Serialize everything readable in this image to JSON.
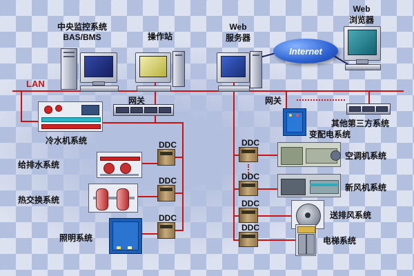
{
  "colors": {
    "wire": "#cc1111",
    "background": "#b3bfde",
    "label": "#101010"
  },
  "top": {
    "central_line1": "中央监控系统",
    "central_line2": "BAS/BMS",
    "operator": "操作站",
    "webserver_line1": "Web",
    "webserver_line2": "服务器",
    "browser_line1": "Web",
    "browser_line2": "浏览器",
    "internet": "Internet",
    "lan": "LAN"
  },
  "middle": {
    "gateway_left": "网关",
    "gateway_right": "网关",
    "third_party": "其他第三方系统",
    "power": "变配电系统"
  },
  "left": {
    "chiller": "冷水机系统",
    "water": "给排水系统",
    "heat": "热交换系统",
    "lighting": "照明系统",
    "ddc": "DDC"
  },
  "right": {
    "ahu": "空调机系统",
    "fresh": "新风机系统",
    "exhaust": "送排风系统",
    "elevator": "电梯系统",
    "ddc": "DDC"
  }
}
